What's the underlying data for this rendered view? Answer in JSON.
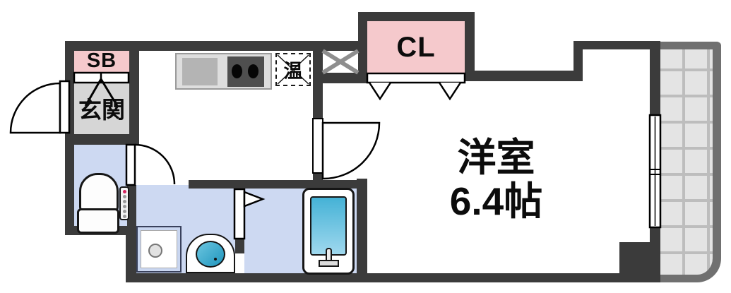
{
  "plan": {
    "name": "apartment-floor-plan",
    "labels": {
      "shoe_box": "SB",
      "entrance": "玄関",
      "closet": "CL",
      "water_heater": "温",
      "main_room_name": "洋室",
      "main_room_size": "6.4帖"
    },
    "colors": {
      "wall": "#3b3b3b",
      "closet_fill": "#f5c9cc",
      "wet_room_fill": "#cdd9f2",
      "entrance_floor": "#d6d6d6",
      "balcony_wall": "#707070",
      "balcony_floor": "#e4e4e4",
      "bathtub_water_top": "#45b2d6",
      "bathtub_water_bottom": "#9fd8ee",
      "basin_water": "#1f95bd",
      "toilet_panel_led": "#d6255f"
    }
  }
}
